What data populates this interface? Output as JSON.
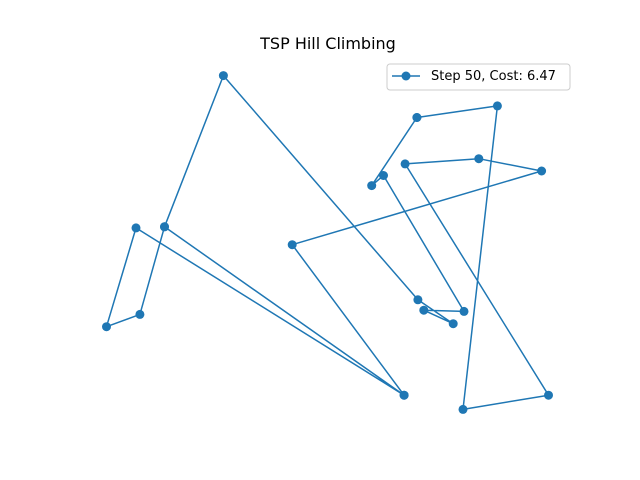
{
  "chart_data": {
    "type": "line",
    "title": "TSP Hill Climbing",
    "xlabel": "",
    "ylabel": "",
    "axes_visible": false,
    "grid": false,
    "legend_placement": "top-right",
    "series": [
      {
        "name": "Step 50, Cost: 6.47",
        "color": "#1f77b4",
        "marker": "circle",
        "x": [
          0.405,
          0.161,
          0.221,
          0.419,
          0.455,
          0.425,
          0.466,
          0.384,
          0.372,
          0.418,
          0.418,
          0.5,
          0.465,
          0.552,
          0.406,
          0.481,
          0.545,
          0.291,
          0.405,
          0.132,
          0.102,
          0.136,
          0.161
        ],
        "y": [
          0.095,
          0.545,
          0.949,
          0.35,
          0.286,
          0.322,
          0.319,
          0.682,
          0.655,
          0.837,
          0.837,
          0.868,
          0.057,
          0.095,
          0.713,
          0.727,
          0.694,
          0.497,
          0.095,
          0.542,
          0.278,
          0.311,
          0.545
        ]
      }
    ]
  }
}
